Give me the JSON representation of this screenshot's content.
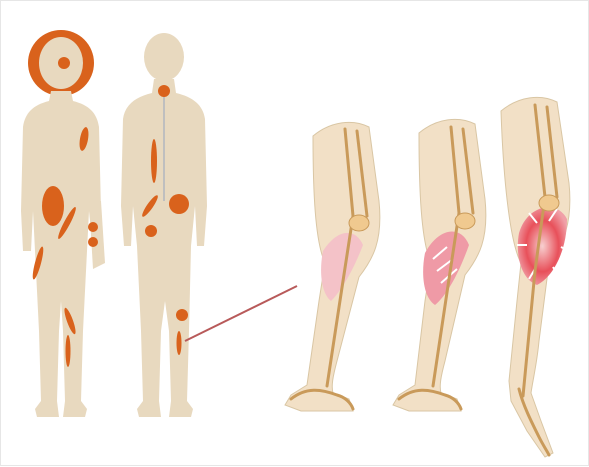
{
  "colors": {
    "skin": "#e8d9bf",
    "skin_shadow": "#d9c6a4",
    "lesion": "#d9621c",
    "lesion_dark": "#c8510f",
    "spine_line": "#bfbfbf",
    "pointer_line": "#b85a5a",
    "leg_fill": "#f2e0c6",
    "bone": "#f0c98f",
    "bone_outline": "#c99a5a",
    "muscle_light": "#f4c2c8",
    "muscle_mid": "#ef9aa6",
    "muscle_inflamed": "#e8505a"
  },
  "figures": {
    "front": {
      "name": "front-body-figure",
      "lesion_pattern": "scattered"
    },
    "back": {
      "name": "back-body-figure",
      "lesion_pattern": "spine-and-hip"
    }
  },
  "leg_stages": [
    {
      "name": "leg-stage-1",
      "muscle": "normal"
    },
    {
      "name": "leg-stage-2",
      "muscle": "swollen"
    },
    {
      "name": "leg-stage-3",
      "muscle": "inflamed"
    }
  ]
}
